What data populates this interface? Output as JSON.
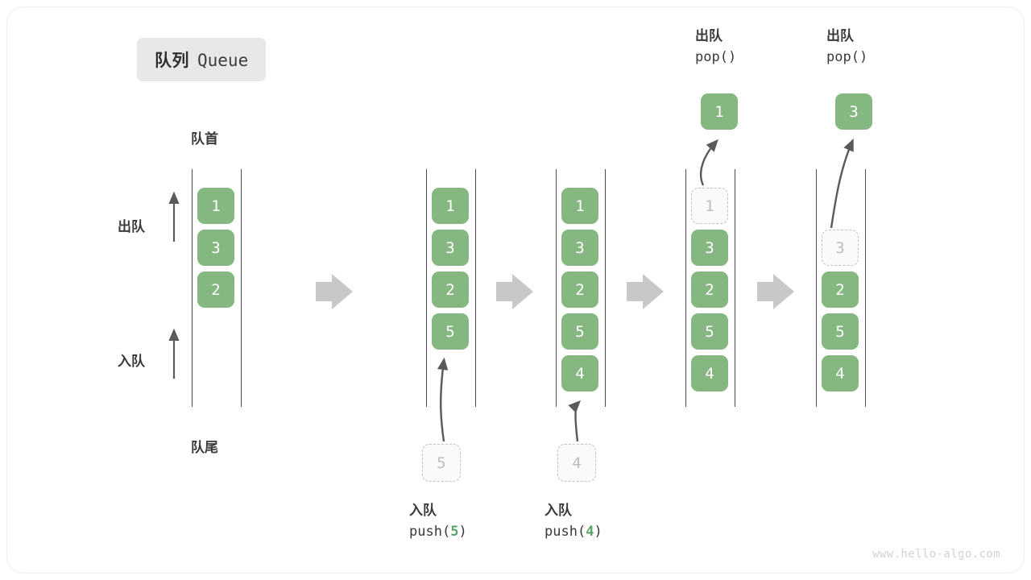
{
  "title": {
    "cn": "队列",
    "en": "Queue"
  },
  "legend": {
    "front": "队首",
    "rear": "队尾",
    "dequeue": "出队",
    "enqueue": "入队"
  },
  "colors": {
    "cell_fill": "#85b880",
    "cell_text": "#ffffff",
    "ghost_fill": "#fafafa",
    "ghost_border": "#c2c2c2",
    "ghost_text": "#bdbdbd",
    "rail": "#4a4a4a",
    "arrow": "#5a5a5a",
    "step_arrow": "#c8c8c8",
    "badge_bg": "#e8e8e8",
    "accent_green": "#5aa469",
    "card_border": "#ededed",
    "watermark": "#d2d2d2"
  },
  "columns": [
    {
      "id": "col-initial",
      "cells": [
        {
          "value": "1",
          "state": "filled"
        },
        {
          "value": "3",
          "state": "filled"
        },
        {
          "value": "2",
          "state": "filled"
        }
      ]
    },
    {
      "id": "col-push-5",
      "cells": [
        {
          "value": "1",
          "state": "filled"
        },
        {
          "value": "3",
          "state": "filled"
        },
        {
          "value": "2",
          "state": "filled"
        },
        {
          "value": "5",
          "state": "filled"
        }
      ],
      "push": {
        "value": "5",
        "op_cn": "入队",
        "op_fn_prefix": "push(",
        "op_fn_arg": "5",
        "op_fn_suffix": ")"
      }
    },
    {
      "id": "col-push-4",
      "cells": [
        {
          "value": "1",
          "state": "filled"
        },
        {
          "value": "3",
          "state": "filled"
        },
        {
          "value": "2",
          "state": "filled"
        },
        {
          "value": "5",
          "state": "filled"
        },
        {
          "value": "4",
          "state": "filled"
        }
      ],
      "push": {
        "value": "4",
        "op_cn": "入队",
        "op_fn_prefix": "push(",
        "op_fn_arg": "4",
        "op_fn_suffix": ")"
      }
    },
    {
      "id": "col-pop-1",
      "cells": [
        {
          "value": "1",
          "state": "ghost"
        },
        {
          "value": "3",
          "state": "filled"
        },
        {
          "value": "2",
          "state": "filled"
        },
        {
          "value": "5",
          "state": "filled"
        },
        {
          "value": "4",
          "state": "filled"
        }
      ],
      "pop": {
        "value": "1",
        "op_cn": "出队",
        "op_fn": "pop()"
      }
    },
    {
      "id": "col-pop-3",
      "cells": [
        {
          "value": "",
          "state": "empty"
        },
        {
          "value": "3",
          "state": "ghost"
        },
        {
          "value": "2",
          "state": "filled"
        },
        {
          "value": "5",
          "state": "filled"
        },
        {
          "value": "4",
          "state": "filled"
        }
      ],
      "pop": {
        "value": "3",
        "op_cn": "出队",
        "op_fn": "pop()"
      }
    }
  ],
  "watermark": "www.hello-algo.com"
}
